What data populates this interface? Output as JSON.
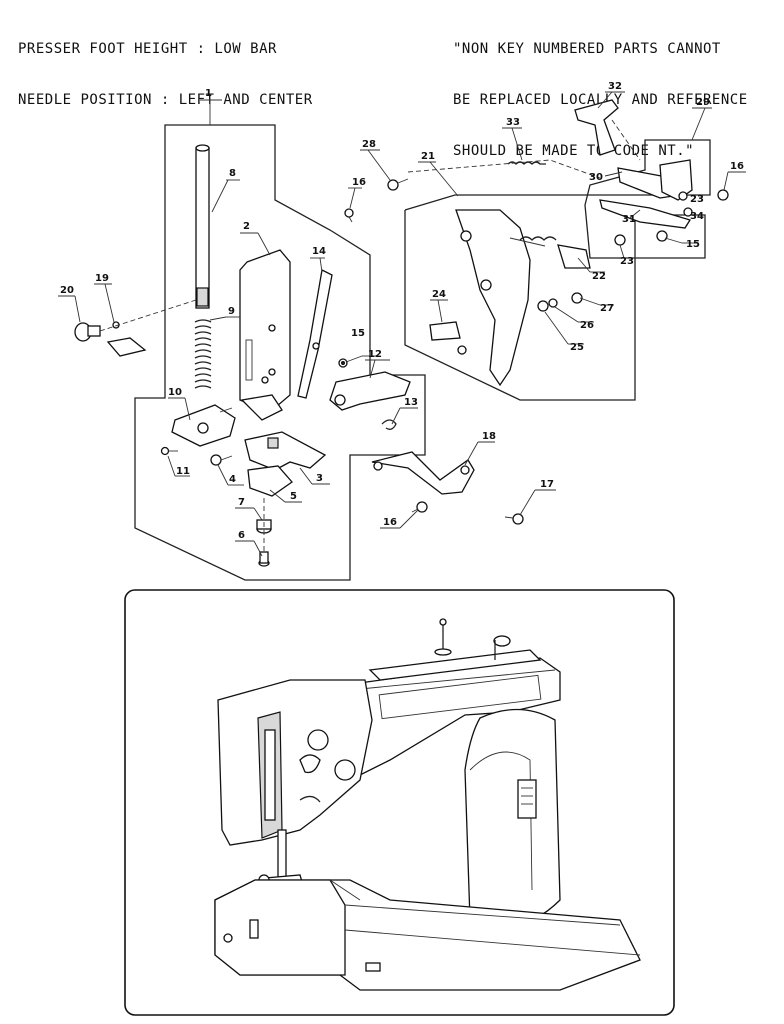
{
  "header": {
    "spec_line1": "PRESSER FOOT HEIGHT : LOW BAR",
    "spec_line2": "NEEDLE POSITION : LEFT AND CENTER",
    "note_line1": "\"NON KEY NUMBERED PARTS CANNOT",
    "note_line2": "BE REPLACED LOCALLY AND REFERENCE",
    "note_line3": "SHOULD BE MADE TO CODE NT.\""
  },
  "callouts": {
    "c1": "1",
    "c2": "2",
    "c3": "3",
    "c4": "4",
    "c5": "5",
    "c6": "6",
    "c7": "7",
    "c8": "8",
    "c9": "9",
    "c10": "10",
    "c11": "11",
    "c12": "12",
    "c13": "13",
    "c14": "14",
    "c15a": "15",
    "c15b": "15",
    "c16a": "16",
    "c16b": "16",
    "c16c": "16",
    "c17": "17",
    "c18": "18",
    "c19": "19",
    "c20": "20",
    "c21": "21",
    "c22": "22",
    "c23a": "23",
    "c23b": "23",
    "c24": "24",
    "c25": "25",
    "c26": "26",
    "c27": "27",
    "c28": "28",
    "c29": "29",
    "c30": "30",
    "c31": "31",
    "c32": "32",
    "c33": "33",
    "c34": "34"
  }
}
